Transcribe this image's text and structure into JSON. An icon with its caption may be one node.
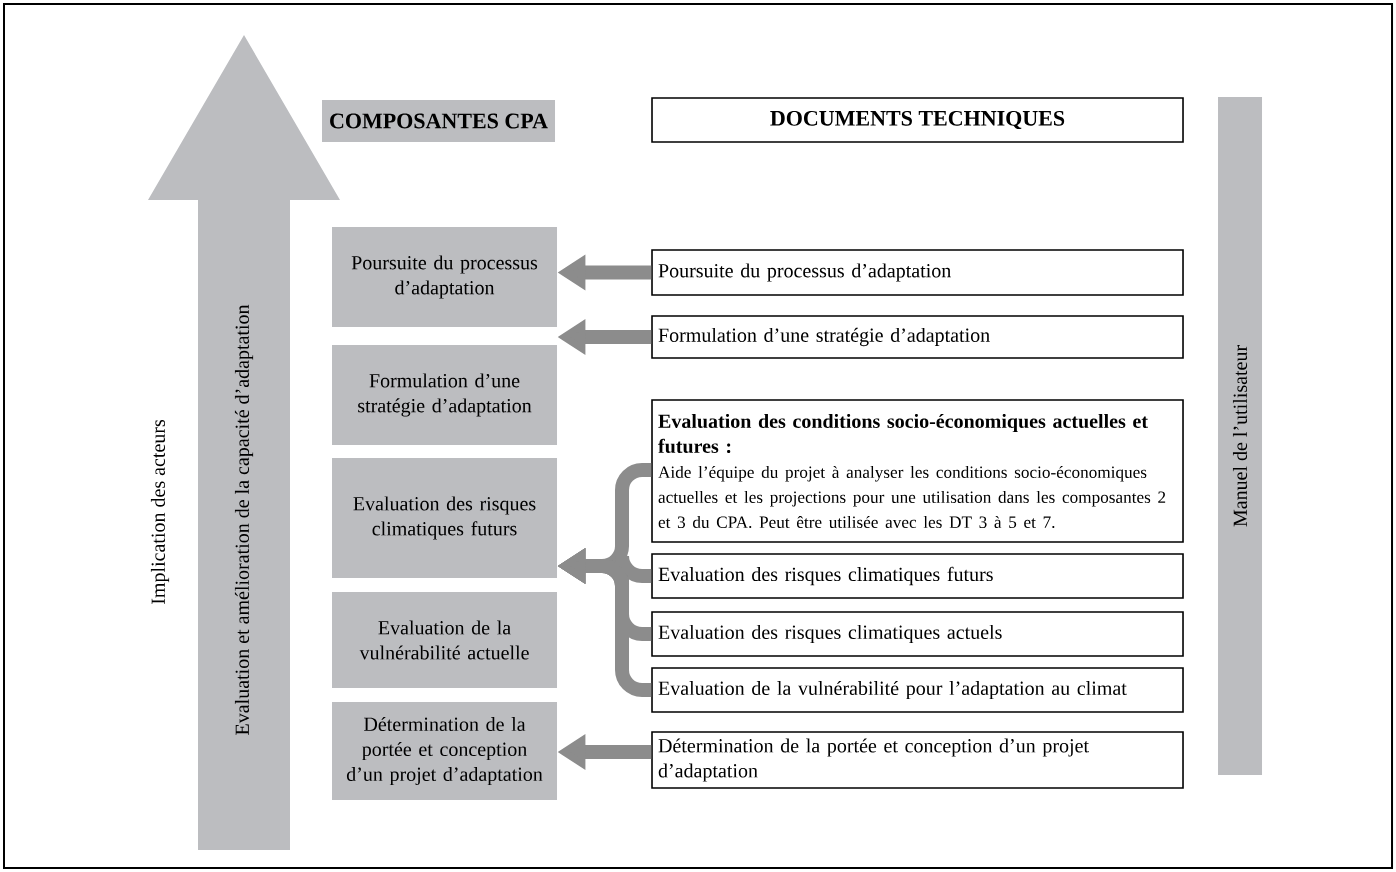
{
  "diagram": {
    "nodes": [
      {
        "text": [
          "Evaluation et amélioration de la capacité d’adaptation"
        ]
      },
      {
        "text": [
          "COMPOSANTES CPA"
        ]
      },
      {
        "text": [
          "DOCUMENTS TECHNIQUES"
        ]
      },
      {
        "text": [
          "Manuel de l’utilisateur"
        ]
      },
      {
        "text": [
          "Poursuite du processus d’adaptation"
        ]
      },
      {
        "text": [
          "Poursuite du processus d’adaptation"
        ]
      },
      {
        "text": [
          "Formulation d’une stratégie d’adaptation"
        ]
      },
      {
        "text": [
          "Formulation d’une stratégie d’adaptation"
        ]
      },
      {
        "text": [
          "Evaluation des conditions socio-économiques actuelles et futures :",
          "Aide l’équipe du projet à analyser les conditions socio-économiques actuelles et les projections pour une utilisation dans les composantes 2 et 3 du CPA. Peut être utilisée avec les DT 3 à 5 et 7."
        ]
      },
      {
        "text": [
          "Evaluation des risques climatiques futurs"
        ]
      },
      {
        "text": [
          "Evaluation des risques climatiques futurs"
        ]
      },
      {
        "text": [
          "Evaluation de la vulnérabilité actuelle"
        ]
      },
      {
        "text": [
          "Evaluation des risques climatiques actuels"
        ]
      },
      {
        "text": [
          "Evaluation de la vulnérabilité pour l’adaptation au climat"
        ]
      },
      {
        "text": [
          "Détermination de la portée et conception d’un projet d’adaptation"
        ]
      },
      {
        "text": [
          "Détermination de la portée et conception d’un projet d’adaptation"
        ]
      }
    ],
    "edges": [
      {
        "from": 5,
        "to": 4,
        "arrow": "to"
      },
      {
        "from": 7,
        "to": 6,
        "arrow": "to"
      },
      {
        "from": 8,
        "to": 9,
        "arrow": "to"
      },
      {
        "from": 10,
        "to": 9,
        "arrow": "to"
      },
      {
        "from": 12,
        "to": 9,
        "arrow": "to"
      },
      {
        "from": 13,
        "to": 9,
        "arrow": "to"
      },
      {
        "from": 15,
        "to": 14,
        "arrow": "to"
      }
    ],
    "labels": [
      "Implication des acteurs"
    ]
  }
}
